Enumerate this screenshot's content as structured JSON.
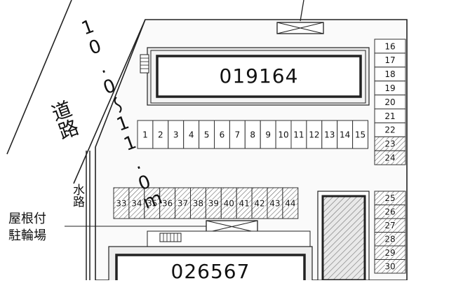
{
  "road": {
    "width_text": "10.0～11.0ｍ",
    "name_text": "道路"
  },
  "waterway": {
    "label": "水路"
  },
  "roofed_bicycle_parking": {
    "label_line1": "屋根付",
    "label_line2": "駐輪場"
  },
  "buildings": [
    {
      "id": "019164"
    },
    {
      "id": "026567"
    }
  ],
  "parking": {
    "row_top": [
      "1",
      "2",
      "3",
      "4",
      "5",
      "6",
      "7",
      "8",
      "9",
      "10",
      "11",
      "12",
      "13",
      "14",
      "15"
    ],
    "row_middle": [
      "33",
      "34",
      "35",
      "36",
      "37",
      "38",
      "39",
      "40",
      "41",
      "42",
      "43",
      "44"
    ],
    "column_upper_right": [
      "16",
      "17",
      "18",
      "19",
      "20",
      "21",
      "22",
      "23",
      "24"
    ],
    "column_upper_right_hatched_from": 7,
    "column_lower_right": [
      "25",
      "26",
      "27",
      "28",
      "29",
      "30"
    ]
  },
  "colors": {
    "line": "#222222",
    "hatch": "#555555",
    "building_fill": "#ffffff",
    "site_fill": "#f9f9f9"
  }
}
